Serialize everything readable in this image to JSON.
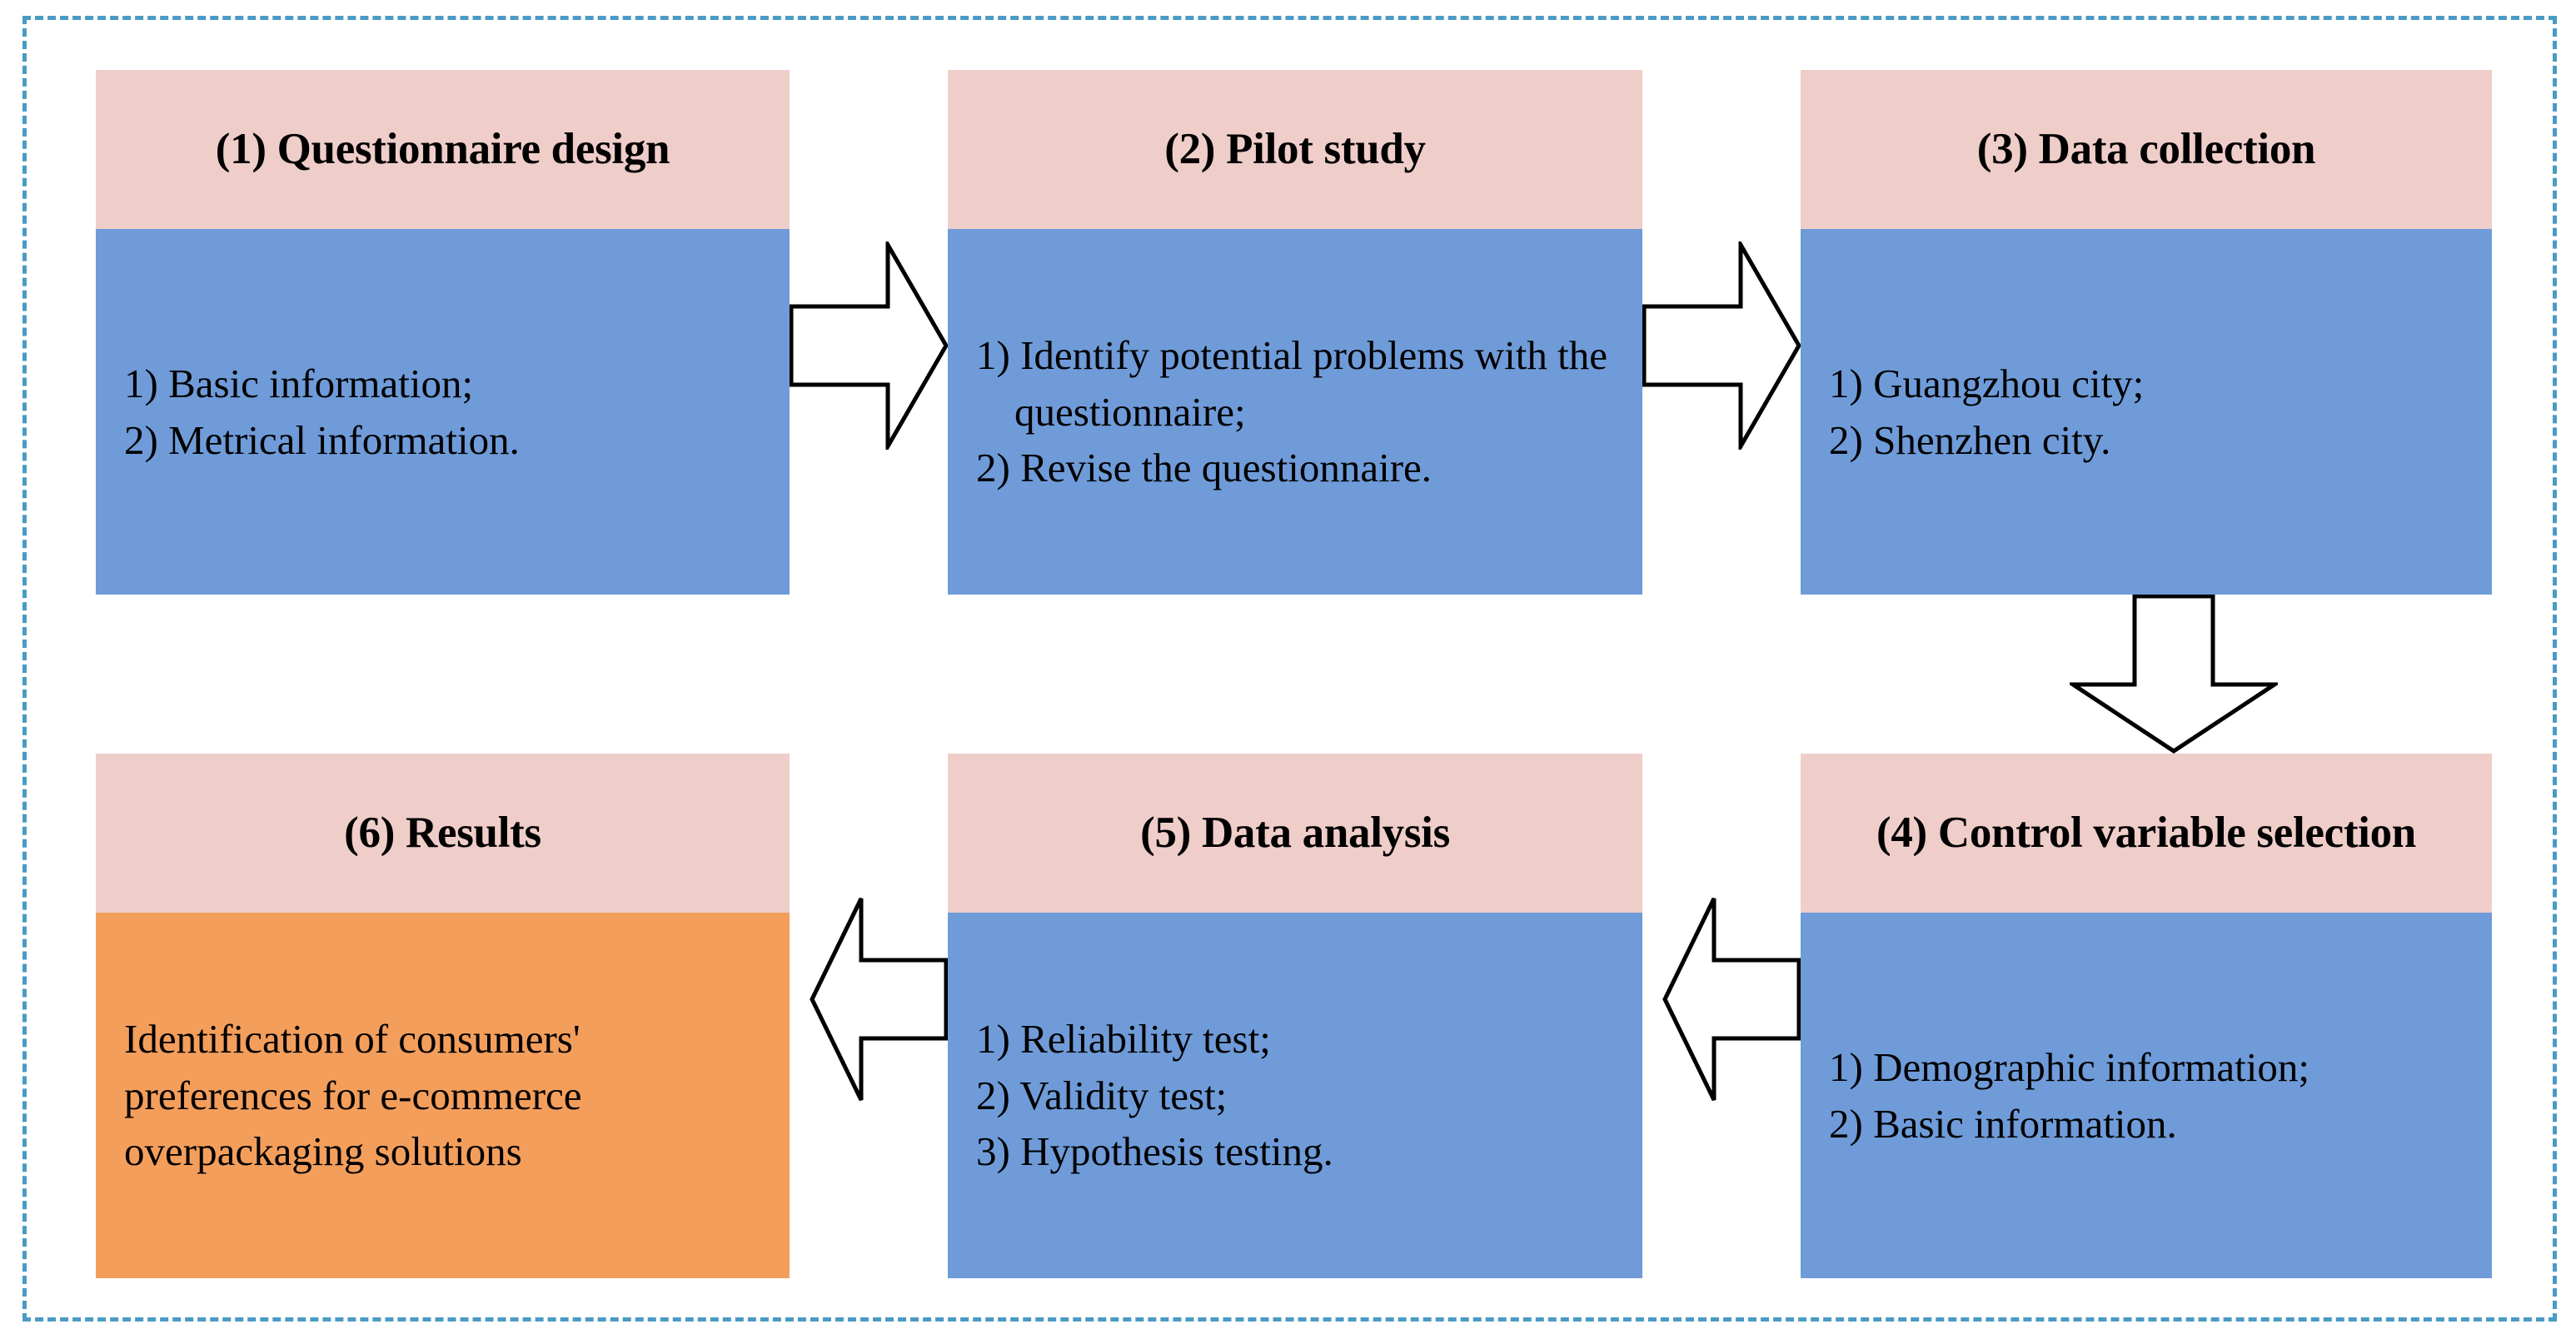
{
  "figure": {
    "kind": "research-methodology-flowchart",
    "frame_border_color": "#4a9bc4",
    "header_color": "#efcdc9",
    "body_color": "#6f9bd9",
    "result_color": "#f49e5c",
    "arrow_fill": "#ffffff",
    "arrow_stroke": "#000000"
  },
  "steps": [
    {
      "id": "step-1",
      "header": "(1) Questionnaire design",
      "body_lines": [
        "1) Basic information;",
        "2) Metrical information."
      ],
      "body_color_name": "blue"
    },
    {
      "id": "step-2",
      "header": "(2) Pilot study",
      "body_lines": [
        "1) Identify potential problems with the questionnaire;",
        "2) Revise the questionnaire."
      ],
      "body_color_name": "blue"
    },
    {
      "id": "step-3",
      "header": "(3) Data collection",
      "body_lines": [
        "1) Guangzhou city;",
        "2) Shenzhen city."
      ],
      "body_color_name": "blue"
    },
    {
      "id": "step-4",
      "header": "(4) Control variable selection",
      "body_lines": [
        "1) Demographic information;",
        "2) Basic information."
      ],
      "body_color_name": "blue"
    },
    {
      "id": "step-5",
      "header": "(5) Data analysis",
      "body_lines": [
        "1) Reliability test;",
        "2) Validity test;",
        "3) Hypothesis testing."
      ],
      "body_color_name": "blue"
    },
    {
      "id": "step-6",
      "header": "(6) Results",
      "body_lines": [
        "Identification of consumers' preferences for e-commerce overpackaging solutions"
      ],
      "body_color_name": "orange"
    }
  ],
  "arrows": [
    {
      "id": "arrow-1-2",
      "from": "step-1",
      "to": "step-2",
      "direction": "right"
    },
    {
      "id": "arrow-2-3",
      "from": "step-2",
      "to": "step-3",
      "direction": "right"
    },
    {
      "id": "arrow-3-4",
      "from": "step-3",
      "to": "step-4",
      "direction": "down"
    },
    {
      "id": "arrow-4-5",
      "from": "step-4",
      "to": "step-5",
      "direction": "left"
    },
    {
      "id": "arrow-5-6",
      "from": "step-5",
      "to": "step-6",
      "direction": "left"
    }
  ]
}
